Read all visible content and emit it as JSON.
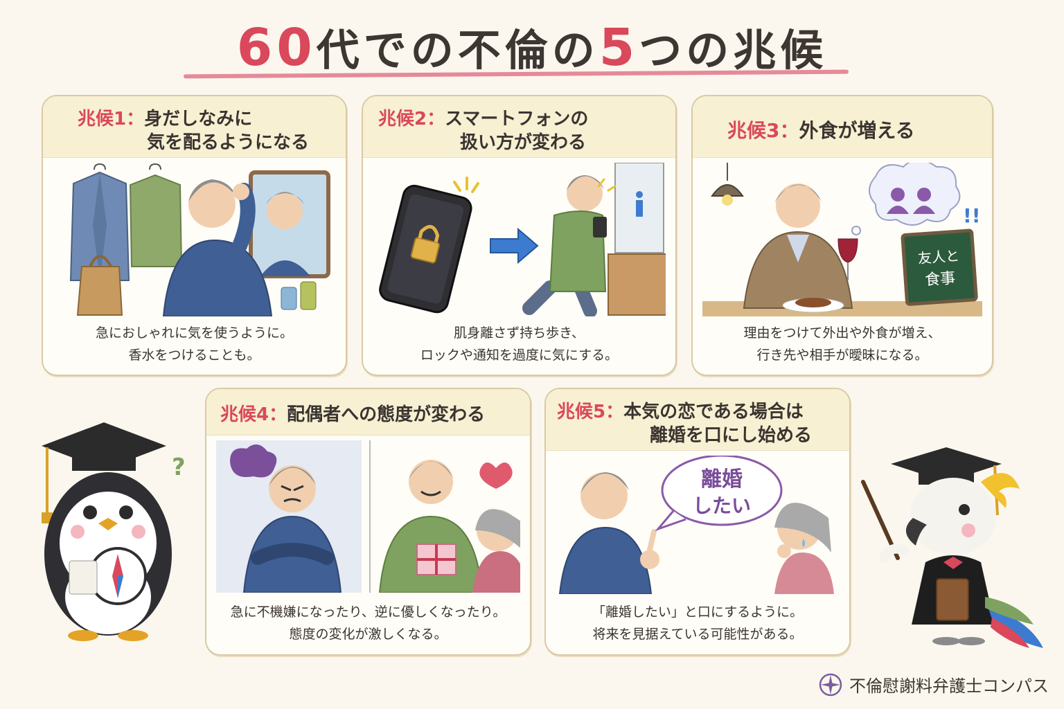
{
  "title": {
    "prefix": "60",
    "mid": "代での不倫の",
    "num": "5",
    "suffix": "つの兆候"
  },
  "cards": [
    {
      "label": "兆候1：",
      "title1": "身だしなみに",
      "title2": "気を配るようになる",
      "desc1": "急におしゃれに気を使うように。",
      "desc2": "香水をつけることも。"
    },
    {
      "label": "兆候2：",
      "title1": "スマートフォンの",
      "title2": "扱い方が変わる",
      "desc1": "肌身離さず持ち歩き、",
      "desc2": "ロックや通知を過度に気にする。"
    },
    {
      "label": "兆候3：",
      "title1": "外食が増える",
      "title2": "",
      "desc1": "理由をつけて外出や外食が増え、",
      "desc2": "行き先や相手が曖昧になる。",
      "board": [
        "友人と",
        "食事"
      ]
    },
    {
      "label": "兆候4：",
      "title1": "配偶者への態度が変わる",
      "title2": "",
      "desc1": "急に不機嫌になったり、逆に優しくなったり。",
      "desc2": "態度の変化が激しくなる。"
    },
    {
      "label": "兆候5：",
      "title1": "本気の恋である場合は",
      "title2": "離婚を口にし始める",
      "desc1": "「離婚したい」と口にするように。",
      "desc2": "将来を見据えている可能性がある。",
      "bubble": [
        "離婚",
        "したい"
      ]
    }
  ],
  "footer": {
    "brand": "不倫慰謝料弁護士コンパス",
    "icon": "compass-icon"
  },
  "colors": {
    "accent": "#d9485b",
    "card_header": "#f8f0d2",
    "background": "#fbf7ee"
  }
}
